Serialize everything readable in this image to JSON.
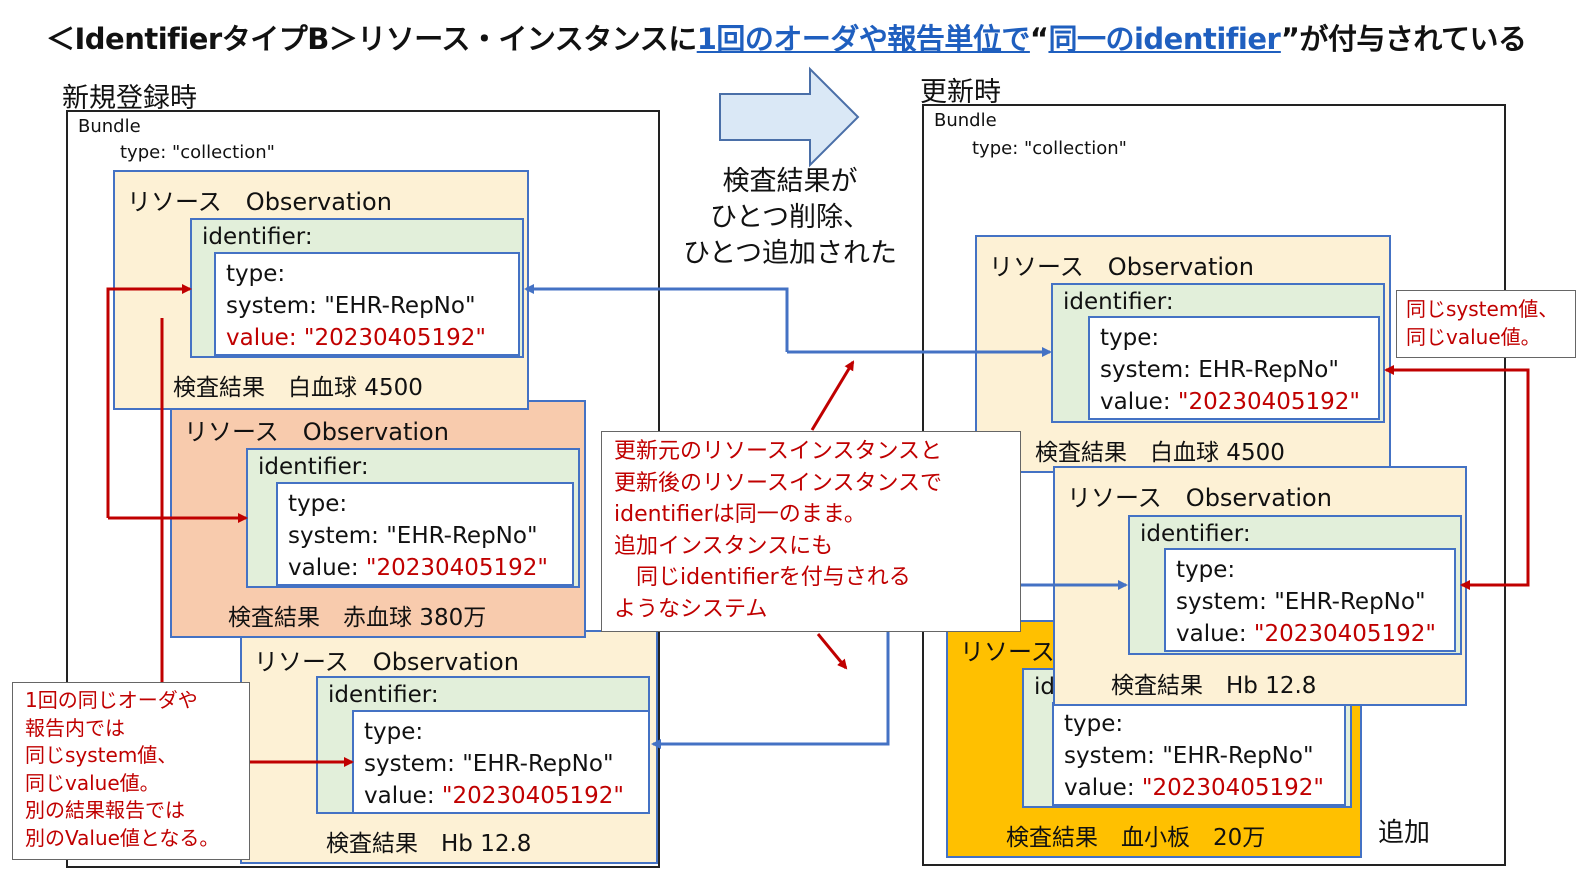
{
  "title": {
    "prefix": "＜IdentifierタイプB＞リソース・インスタンスに",
    "underline1": "1回のオーダや報告単位で",
    "quote_open": "“",
    "underline2": "同一のidentifier",
    "suffix": "”が付与されている"
  },
  "left": {
    "section_label": "新規登録時",
    "bundle": {
      "label": "Bundle",
      "type_line": "type: \"collection\""
    },
    "obs1": {
      "title": "リソース　Observation",
      "id_label": "identifier:",
      "type_line": "type:",
      "system_line": "system: \"EHR-RepNo\"",
      "value_line": "value: \"20230405192\"",
      "footer": "検査結果　白血球 4500"
    },
    "obs2": {
      "title": "リソース　Observation",
      "id_label": "identifier:",
      "type_line": "type:",
      "system_line": "system: \"EHR-RepNo\"",
      "value_prefix": "value:  ",
      "value_value": "\"20230405192\"",
      "footer": "検査結果　赤血球  380万"
    },
    "obs3": {
      "title": "リソース　Observation",
      "id_label": "identifier:",
      "type_line": "type:",
      "system_line": "system: \"EHR-RepNo\"",
      "value_prefix": "value:  ",
      "value_value": "\"20230405192\"",
      "footer": "検査結果　Hb 12.8"
    },
    "note_lines": [
      "1回の同じオーダや",
      "報告内では",
      "同じsystem値、",
      "同じvalue値。",
      "別の結果報告では",
      "別のValue値となる。"
    ]
  },
  "middle": {
    "arrow_text_lines": [
      "検査結果が",
      "ひとつ削除、",
      "ひとつ追加された"
    ],
    "note_lines": [
      "更新元のリソースインスタンスと",
      "更新後のリソースインスタンスで",
      "identifierは同一のまま。",
      "追加インスタンスにも",
      "　同じidentifierを付与される",
      "ようなシステム"
    ]
  },
  "right": {
    "section_label": "更新時",
    "bundle": {
      "label": "Bundle",
      "type_line": "type: \"collection\""
    },
    "obs1": {
      "title": "リソース　Observation",
      "id_label": "identifier:",
      "type_line": "type:",
      "system_line": "system: EHR-RepNo\"",
      "value_prefix": "value: ",
      "value_value": "\"20230405192\"",
      "footer": "検査結果　白血球 4500"
    },
    "obs2": {
      "title": "リソース　Observation",
      "id_label": "identifier:",
      "type_line": "type:",
      "system_line": "system: \"EHR-RepNo\"",
      "value_prefix": "value: ",
      "value_value": "\"20230405192\"",
      "footer": "検査結果　Hb 12.8"
    },
    "obs3": {
      "title": "リソース",
      "id_label": "id",
      "type_line": "type:",
      "system_line": "system: \"EHR-RepNo\"",
      "value_prefix": "value:  ",
      "value_value": "\"20230405192\"",
      "footer": "検査結果　血小板　20万"
    },
    "note_lines": [
      "同じsystem値、",
      "同じvalue値。"
    ],
    "added_label": "追加"
  }
}
